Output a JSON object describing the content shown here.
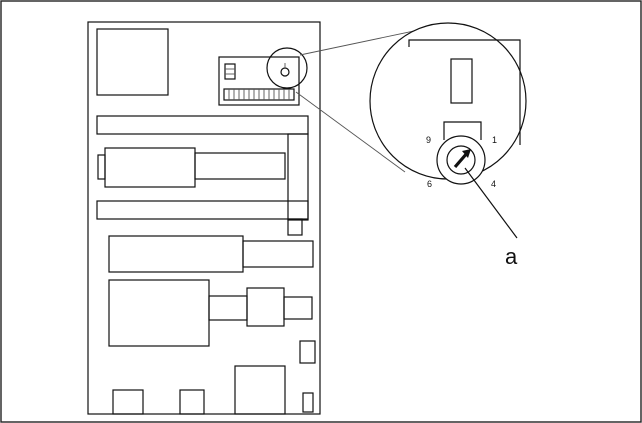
{
  "diagram": {
    "dial_labels": {
      "top_left": "9",
      "top_right": "1",
      "bottom_left": "6",
      "bottom_right": "4"
    },
    "callout_label": "a"
  }
}
